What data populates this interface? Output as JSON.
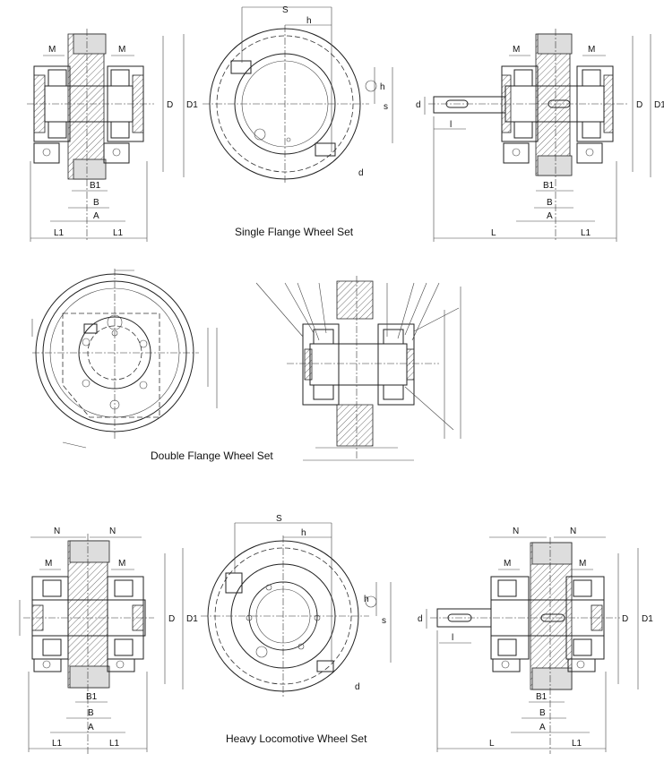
{
  "captions": {
    "single": "Single Flange Wheel Set",
    "double": "Double Flange Wheel Set",
    "heavy": "Heavy Locomotive Wheel Set"
  },
  "dims": {
    "M": "M",
    "D": "D",
    "D1": "D1",
    "B1": "B1",
    "B": "B",
    "A": "A",
    "L1": "L1",
    "L": "L",
    "S": "S",
    "h": "h",
    "s": "s",
    "d": "d",
    "l": "l",
    "d1": "d",
    "N": "N"
  }
}
